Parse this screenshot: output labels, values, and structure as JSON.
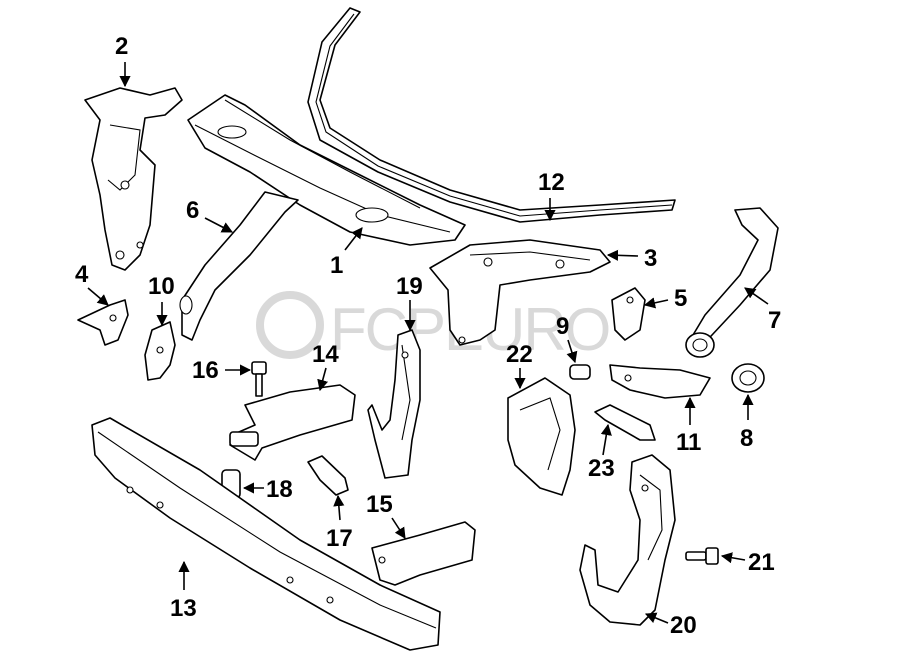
{
  "watermark": "FCPEURO",
  "callouts": [
    {
      "id": "2",
      "label": "2"
    },
    {
      "id": "12",
      "label": "12"
    },
    {
      "id": "6",
      "label": "6"
    },
    {
      "id": "1",
      "label": "1"
    },
    {
      "id": "3",
      "label": "3"
    },
    {
      "id": "4",
      "label": "4"
    },
    {
      "id": "10",
      "label": "10"
    },
    {
      "id": "19",
      "label": "19"
    },
    {
      "id": "5",
      "label": "5"
    },
    {
      "id": "7",
      "label": "7"
    },
    {
      "id": "9",
      "label": "9"
    },
    {
      "id": "22",
      "label": "22"
    },
    {
      "id": "16",
      "label": "16"
    },
    {
      "id": "14",
      "label": "14"
    },
    {
      "id": "8",
      "label": "8"
    },
    {
      "id": "11",
      "label": "11"
    },
    {
      "id": "23",
      "label": "23"
    },
    {
      "id": "18",
      "label": "18"
    },
    {
      "id": "15",
      "label": "15"
    },
    {
      "id": "17",
      "label": "17"
    },
    {
      "id": "21",
      "label": "21"
    },
    {
      "id": "13",
      "label": "13"
    },
    {
      "id": "20",
      "label": "20"
    }
  ]
}
